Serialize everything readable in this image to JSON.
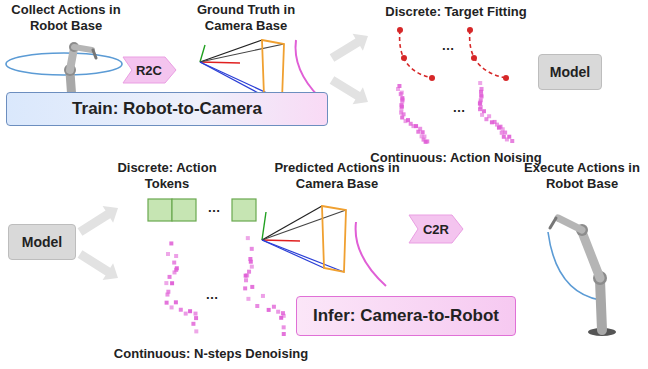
{
  "diagram": {
    "nodes": [
      {
        "text": [
          "R2C"
        ]
      },
      {
        "text": [
          "Model"
        ]
      },
      {
        "text": [
          "Train: Robot-to-Camera"
        ]
      },
      {
        "text": [
          "Model"
        ]
      },
      {
        "text": [
          "C2R"
        ]
      },
      {
        "text": [
          "Infer: Camera-to-Robot"
        ]
      }
    ],
    "labels": [
      "Collect Actions in Robot Base",
      "Ground Truth in Camera Base",
      "Discrete: Target Fitting",
      "…",
      "…",
      "Continuous: Action Noising",
      "Discrete: Action Tokens",
      "…",
      "Predicted Actions in Camera Base",
      "Execute Actions in Robot Base",
      "…",
      "Continuous: N-steps Denoising"
    ]
  }
}
